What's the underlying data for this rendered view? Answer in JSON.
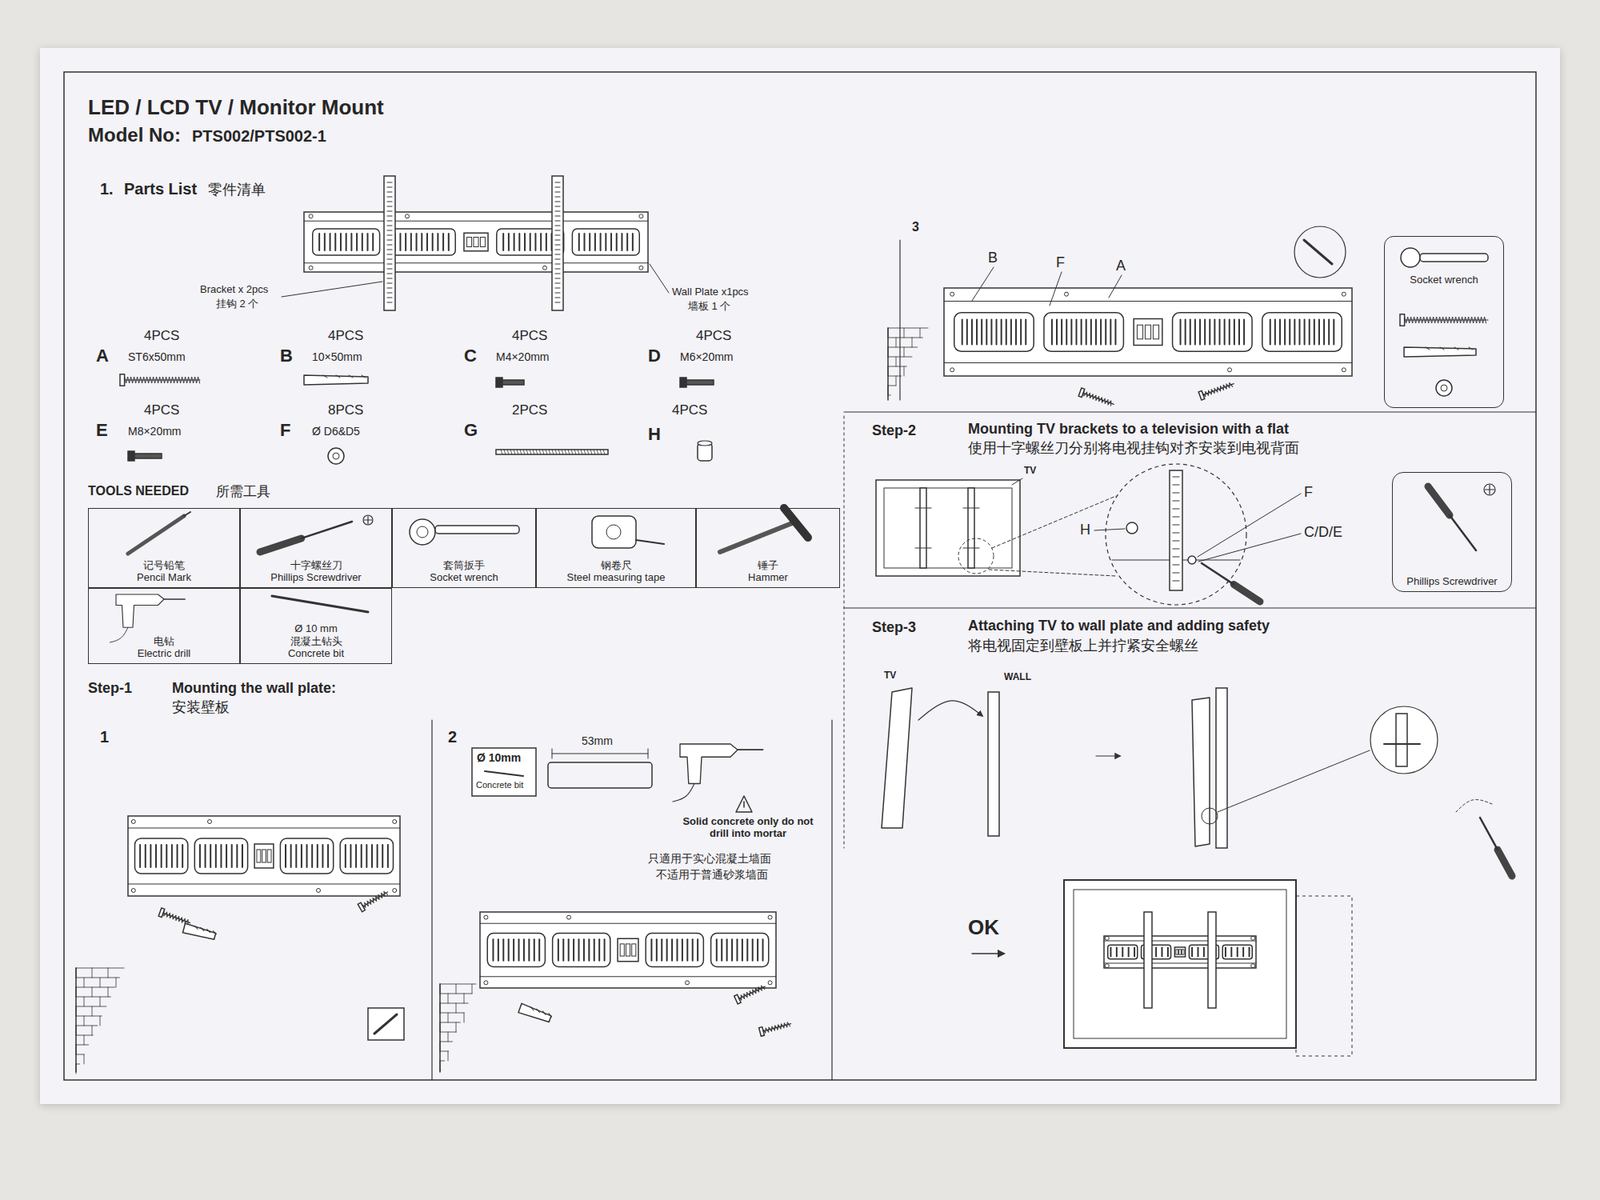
{
  "diagram": {
    "title": "LED / LCD TV / Monitor Mount",
    "nodes": [
      {
        "text": [
          "记号铅笔",
          "Pencil Mark"
        ]
      },
      {
        "text": [
          "十字螺丝刀",
          "Phillips Screwdriver"
        ]
      },
      {
        "text": [
          "套筒扳手",
          "Socket wrench"
        ]
      },
      {
        "text": [
          "钢卷尺",
          "Steel measuring tape"
        ]
      },
      {
        "text": [
          "锤子",
          "Hammer"
        ]
      },
      {
        "text": [
          "电钻",
          "Electric drill"
        ]
      },
      {
        "text": [
          "Ø 10 mm",
          "混凝土钻头",
          "Concrete bit"
        ]
      },
      {
        "text": [
          "Socket wrench"
        ]
      },
      {
        "text": [
          "Phillips Screwdriver"
        ]
      }
    ],
    "labels": [
      "Model No:",
      "PTS002/PTS002-1",
      "1.",
      "Parts List",
      "零件清单",
      "Bracket x 2pcs",
      "挂钩 2 个",
      "Wall Plate x1pcs",
      "墙板 1 个",
      "A",
      "4PCS",
      "ST6x50mm",
      "B",
      "4PCS",
      "10×50mm",
      "C",
      "4PCS",
      "M4×20mm",
      "D",
      "4PCS",
      "M6×20mm",
      "E",
      "4PCS",
      "M8×20mm",
      "F",
      "8PCS",
      "Ø D6&D5",
      "G",
      "2PCS",
      "H",
      "4PCS",
      "TOOLS NEEDED",
      "所需工具",
      "Step-1",
      "Mounting the wall plate:",
      "安装壁板",
      "1",
      "2",
      "Ø 10mm",
      "Concrete bit",
      "53mm",
      "Solid concrete only do not drill into mortar",
      "只適用于实心混凝土墙面",
      "不适用于普通砂浆墙面",
      "3",
      "B",
      "F",
      "A",
      "Step-2",
      "Mounting TV brackets to a television with a flat",
      "使用十字螺丝刀分别将电视挂钩对齐安装到电视背面",
      "TV",
      "H",
      "F",
      "C/D/E",
      "Step-3",
      "Attaching TV to wall plate and adding safety",
      "将电视固定到壁板上并拧紧安全螺丝",
      "TV",
      "WALL",
      "OK"
    ]
  }
}
